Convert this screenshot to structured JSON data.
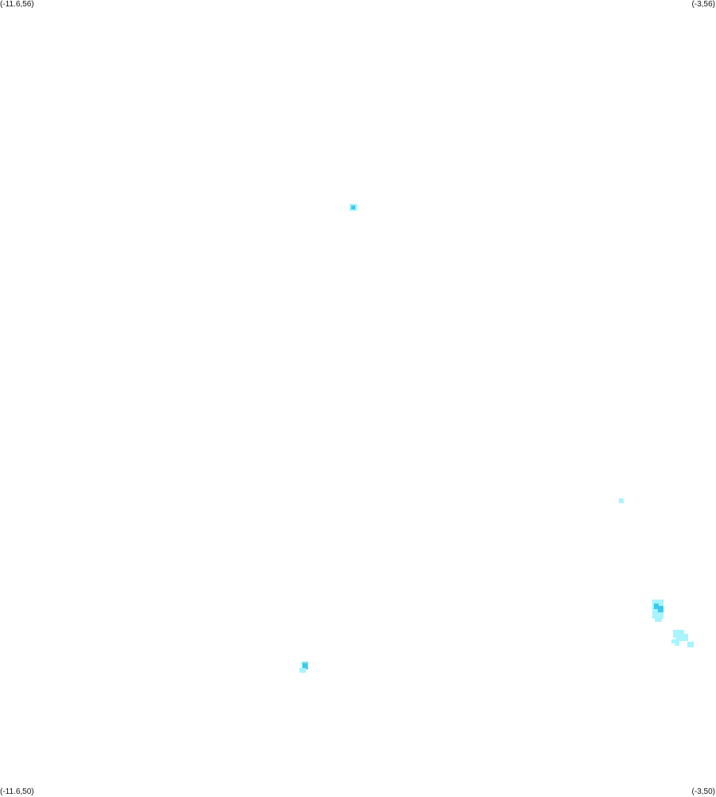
{
  "corner_labels": {
    "top_left": "(-11.6,56)",
    "top_right": "(-3,56)",
    "bottom_left": "(-11.6,50)",
    "bottom_right": "(-3,50)"
  },
  "colors": {
    "background": "#ffffff",
    "light": "#a8f4ff",
    "medium": "#7ae4fa",
    "dark": "#3fc8ee"
  }
}
